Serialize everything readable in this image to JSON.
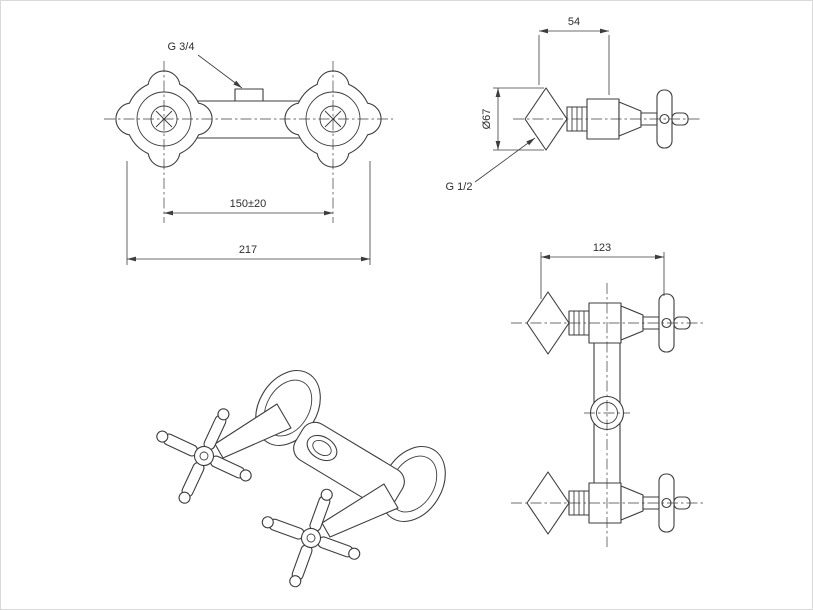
{
  "colors": {
    "background": "#ffffff",
    "line": "#3d3d3d",
    "text": "#2e2e2e"
  },
  "views": {
    "front": {
      "thread_top_label": "G 3/4",
      "handle_spacing_dim": "150±20",
      "overall_width_dim": "217"
    },
    "side": {
      "depth_dim": "54",
      "flange_diameter_dim": "Ø67",
      "wall_thread_label": "G 1/2"
    },
    "profile": {
      "height_dim": "123"
    }
  }
}
